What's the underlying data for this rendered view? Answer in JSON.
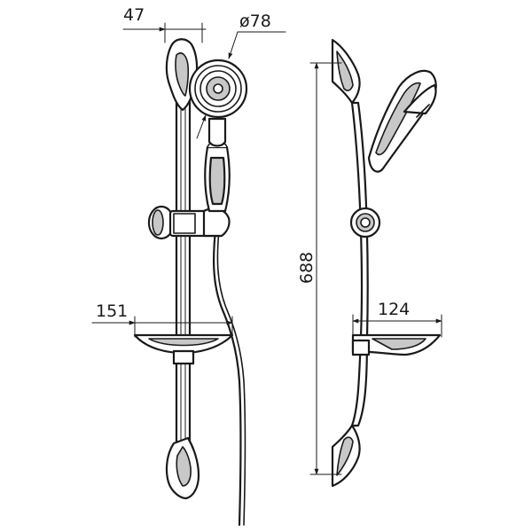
{
  "dimensions": {
    "bracket_width": "47",
    "head_diameter": "ø78",
    "soap_dish_width": "151",
    "rail_height": "688",
    "side_depth": "124"
  },
  "colors": {
    "line": "#1a1a1a",
    "background": "#ffffff"
  }
}
